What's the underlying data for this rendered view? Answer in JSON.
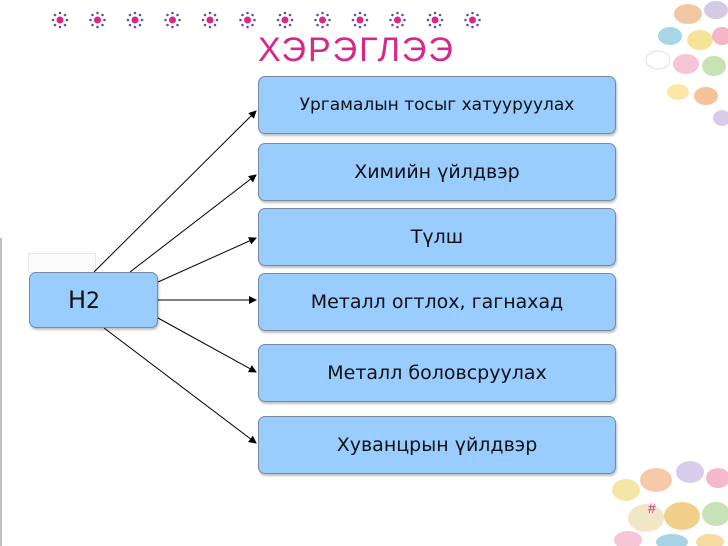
{
  "title": "ХЭРЭГЛЭЭ",
  "source": {
    "label": "H",
    "subscript": "2"
  },
  "targets": [
    "Ургамалын тосыг хатууруулах",
    "Химийн үйлдвэр",
    "Түлш",
    "Металл огтлох, гагнахад",
    "Металл боловсруулах",
    "Хуванцрын үйлдвэр"
  ],
  "page_number": "#",
  "colors": {
    "title": "#d9268a",
    "box_fill": "#99ccff",
    "box_border": "#7a8aa3",
    "dot": "#d9268a",
    "arrow": "#000000"
  },
  "icons": [
    "flower-dot-icon",
    "candy-egg-icon"
  ]
}
